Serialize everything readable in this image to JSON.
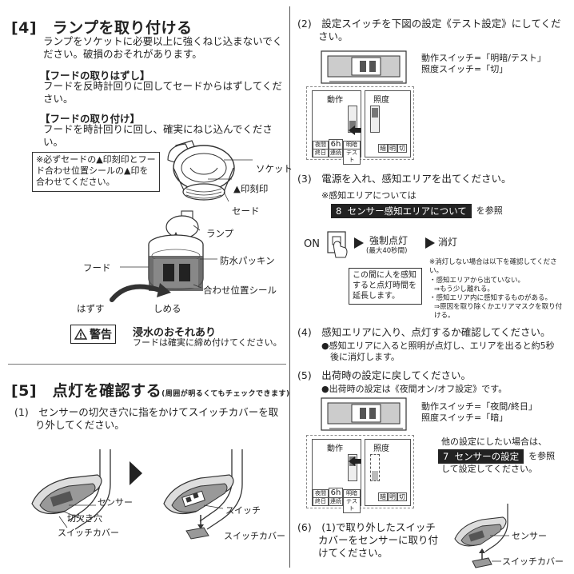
{
  "section4": {
    "title": "[4]　ランプを取り付ける",
    "warning": "ランプをソケットに必要以上に強くねじ込まないでください。破損のおそれがあります。",
    "remove_heading": "【フードの取りはずし】",
    "remove_text": "フードを反時計回りに回してセードからはずしてください。",
    "attach_heading": "【フードの取り付け】",
    "attach_text": "フードを時計回りに回し、確実にねじ込んでください。",
    "callout": "※必ずセードの▲印刻印とフード合わせ位置シールの▲印を合わせてください。",
    "labels": {
      "socket": "ソケット",
      "mark": "▲印刻印",
      "shade": "セード",
      "lamp": "ランプ",
      "hood": "フード",
      "packing": "防水パッキン",
      "seal": "合わせ位置シール",
      "remove": "はずす",
      "tighten": "しめる"
    },
    "warn_badge": "警告",
    "warn_title": "浸水のおそれあり",
    "warn_text": "フードは確実に締め付けてください。"
  },
  "section5": {
    "title": "[5]　点灯を確認する",
    "title_note": "(周囲が明るくてもチェックできます)",
    "step1": "(1)　センサーの切欠き穴に指をかけてスイッチカバーを取り外してください。",
    "labels": {
      "sensor": "センサー",
      "notch": "切欠き穴",
      "switch_cover": "スイッチカバー",
      "switch": "スイッチ",
      "switch_cover2": "スイッチカバー"
    }
  },
  "right": {
    "step2": "(2)　設定スイッチを下図の設定《テスト設定》にしてください。",
    "test_setting_line1": "動作スイッチ=「明暗/テスト」",
    "test_setting_line2": "照度スイッチ=「切」",
    "panel_labels": {
      "operation": "動作",
      "illuminance": "照度",
      "night": "夜間",
      "six_h": "6h",
      "light_dark": "明暗",
      "end_day": "終日",
      "linked": "連続",
      "test": "テスト",
      "dark": "暗",
      "bright": "明",
      "off": "切"
    },
    "step3": "(3)　電源を入れ、感知エリアを出てください。",
    "area_note": "※感知エリアについては",
    "ref8_num": "8",
    "ref8_text": "センサー感知エリアについて",
    "ref8_suffix": "を参照",
    "on_label": "ON",
    "forced_on": "強制点灯",
    "max40": "(最大40秒間)",
    "off_label": "消灯",
    "extend_note": "この間に人を感知すると点灯時間を延長します。",
    "no_off_note": "※消灯しない場合は以下を確認してください。",
    "no_off_1": "・感知エリアから出ていない。",
    "no_off_1b": "⇒もう少し離れる。",
    "no_off_2": "・感知エリア内に感知するものがある。",
    "no_off_2b": "⇒原因を取り除くかエリアマスクを取り付ける。",
    "step4": "(4)　感知エリアに入り、点灯するか確認してください。",
    "step4_detail": "●感知エリアに入ると照明が点灯し、エリアを出ると約5秒後に消灯します。",
    "step5": "(5)　出荷時の設定に戻してください。",
    "step5_detail": "●出荷時の設定は《夜間オン/オフ設定》です。",
    "ship_setting_line1": "動作スイッチ=「夜間/終日」",
    "ship_setting_line2": "照度スイッチ=「暗」",
    "other_setting": "他の設定にしたい場合は、",
    "ref7_num": "7",
    "ref7_text": "センサーの設定",
    "ref7_suffix": "を参照",
    "other_setting2": "して設定してください。",
    "step6": "(6)　(1)で取り外したスイッチカバーをセンサーに取り付けてください。",
    "label_sensor": "センサー",
    "label_switch_cover": "スイッチカバー"
  }
}
